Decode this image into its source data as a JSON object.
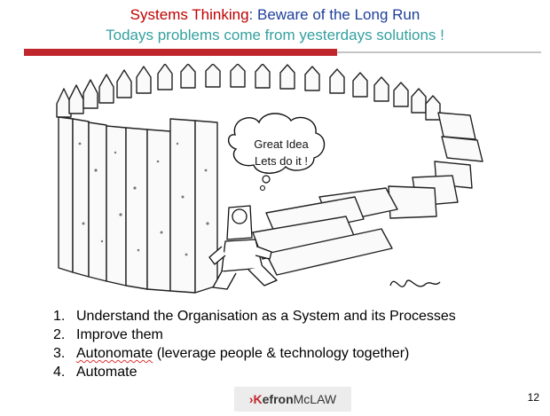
{
  "slide": {
    "title_part1": "Systems Thinking",
    "title_part2": ": Beware of the Long Run",
    "subtitle": "Todays problems come from yesterdays solutions !",
    "bubble_line1": "Great Idea",
    "bubble_line2": "Lets do it !",
    "steps": [
      {
        "num": "1.",
        "text": "Understand the Organisation as a System and its Processes"
      },
      {
        "num": "2.",
        "text": "Improve them"
      },
      {
        "num": "3.",
        "word": "Autonomate",
        "rest": " (leverage people & technology together)"
      },
      {
        "num": "4.",
        "text": "Automate"
      }
    ],
    "logo_k": "›K",
    "logo_rest1": "efron",
    "logo_rest2": "McLAW",
    "page_number": "12",
    "colors": {
      "title_red": "#c00000",
      "title_blue": "#1f3f9a",
      "subtitle_teal": "#35a0a0",
      "bar_red": "#c0272d"
    }
  }
}
